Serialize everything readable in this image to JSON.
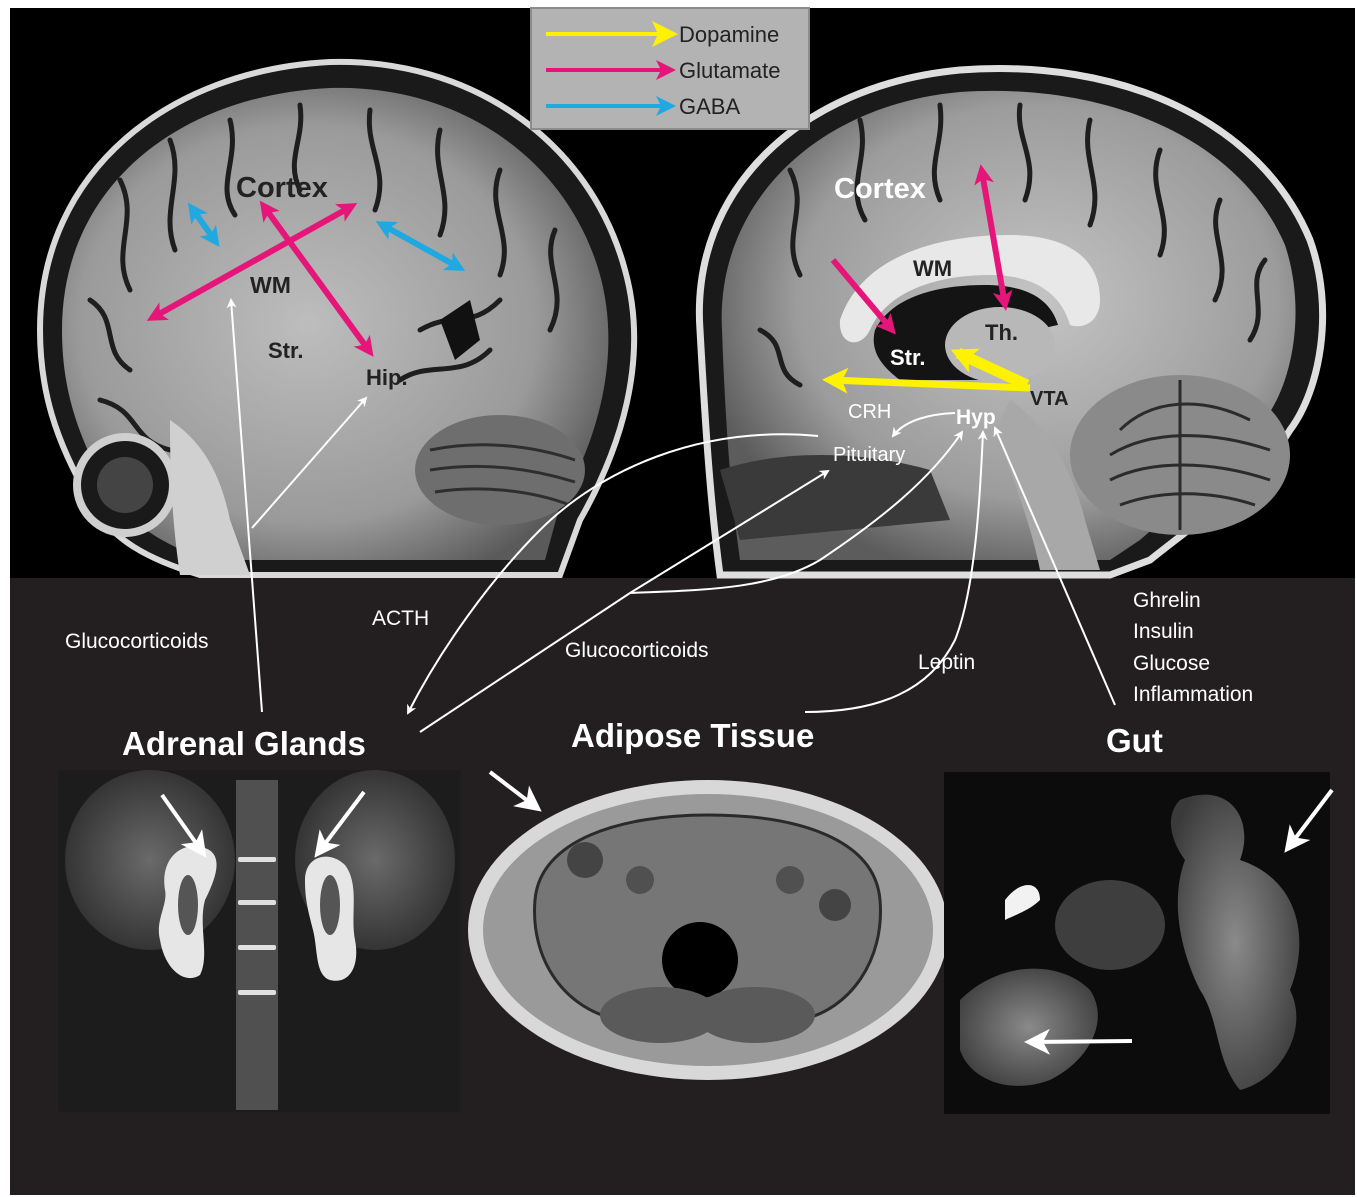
{
  "legend": {
    "items": [
      {
        "label": "Dopamine",
        "color": "#fff200"
      },
      {
        "label": "Glutamate",
        "color": "#e6157a"
      },
      {
        "label": "GABA",
        "color": "#20a8e0"
      }
    ]
  },
  "left_brain": {
    "cortex": "Cortex",
    "wm": "WM",
    "str": "Str.",
    "hip": "Hip."
  },
  "right_brain": {
    "cortex": "Cortex",
    "wm": "WM",
    "th": "Th.",
    "str": "Str.",
    "vta": "VTA",
    "crh": "CRH",
    "hyp": "Hyp",
    "pituitary": "Pituitary"
  },
  "signals": {
    "glucocorticoids_left": "Glucocorticoids",
    "acth": "ACTH",
    "glucocorticoids_mid": "Glucocorticoids",
    "leptin": "Leptin",
    "gut_signals": [
      "Ghrelin",
      "Insulin",
      "Glucose",
      "Inflammation"
    ]
  },
  "organs": {
    "adrenal": "Adrenal Glands",
    "adipose": "Adipose Tissue",
    "gut": "Gut"
  },
  "colors": {
    "dopamine": "#fff200",
    "glutamate": "#e6157a",
    "gaba": "#20a8e0",
    "panel_bg": "#231f20",
    "mri_black": "#000000",
    "legend_bg": "#b3b3b3"
  }
}
